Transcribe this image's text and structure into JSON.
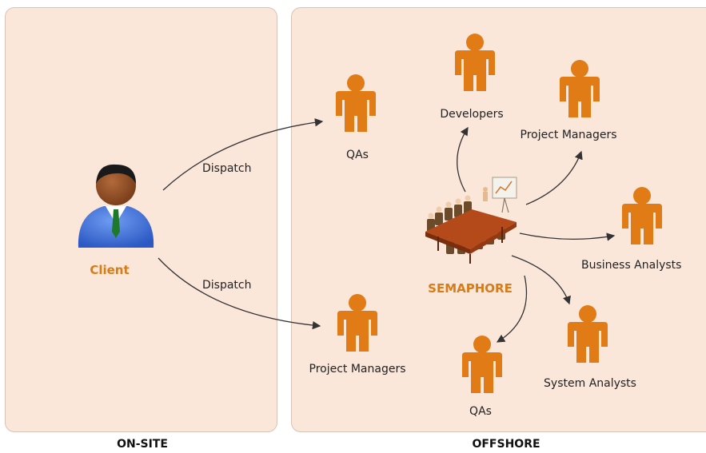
{
  "panels": {
    "onsite_title": "ON-SITE",
    "offshore_title": "OFFSHORE"
  },
  "client": {
    "label": "Client"
  },
  "dispatch": {
    "top": "Dispatch",
    "bottom": "Dispatch"
  },
  "hub": {
    "label": "SEMAPHORE"
  },
  "roles": {
    "qas_dispatch": "QAs",
    "pm_dispatch": "Project Managers",
    "developers": "Developers",
    "pm_team": "Project Managers",
    "business_analysts": "Business Analysts",
    "system_analysts": "System Analysts",
    "qas_team": "QAs"
  },
  "colors": {
    "panel_bg": "#fbe6da",
    "person_icon": "#e07b16",
    "brand_text": "#d67c18",
    "client_suit": "#3a6fd8",
    "arrow": "#333333"
  },
  "icons": {
    "person": "person-silhouette-icon",
    "client": "client-avatar-icon",
    "hub": "meeting-table-icon"
  }
}
